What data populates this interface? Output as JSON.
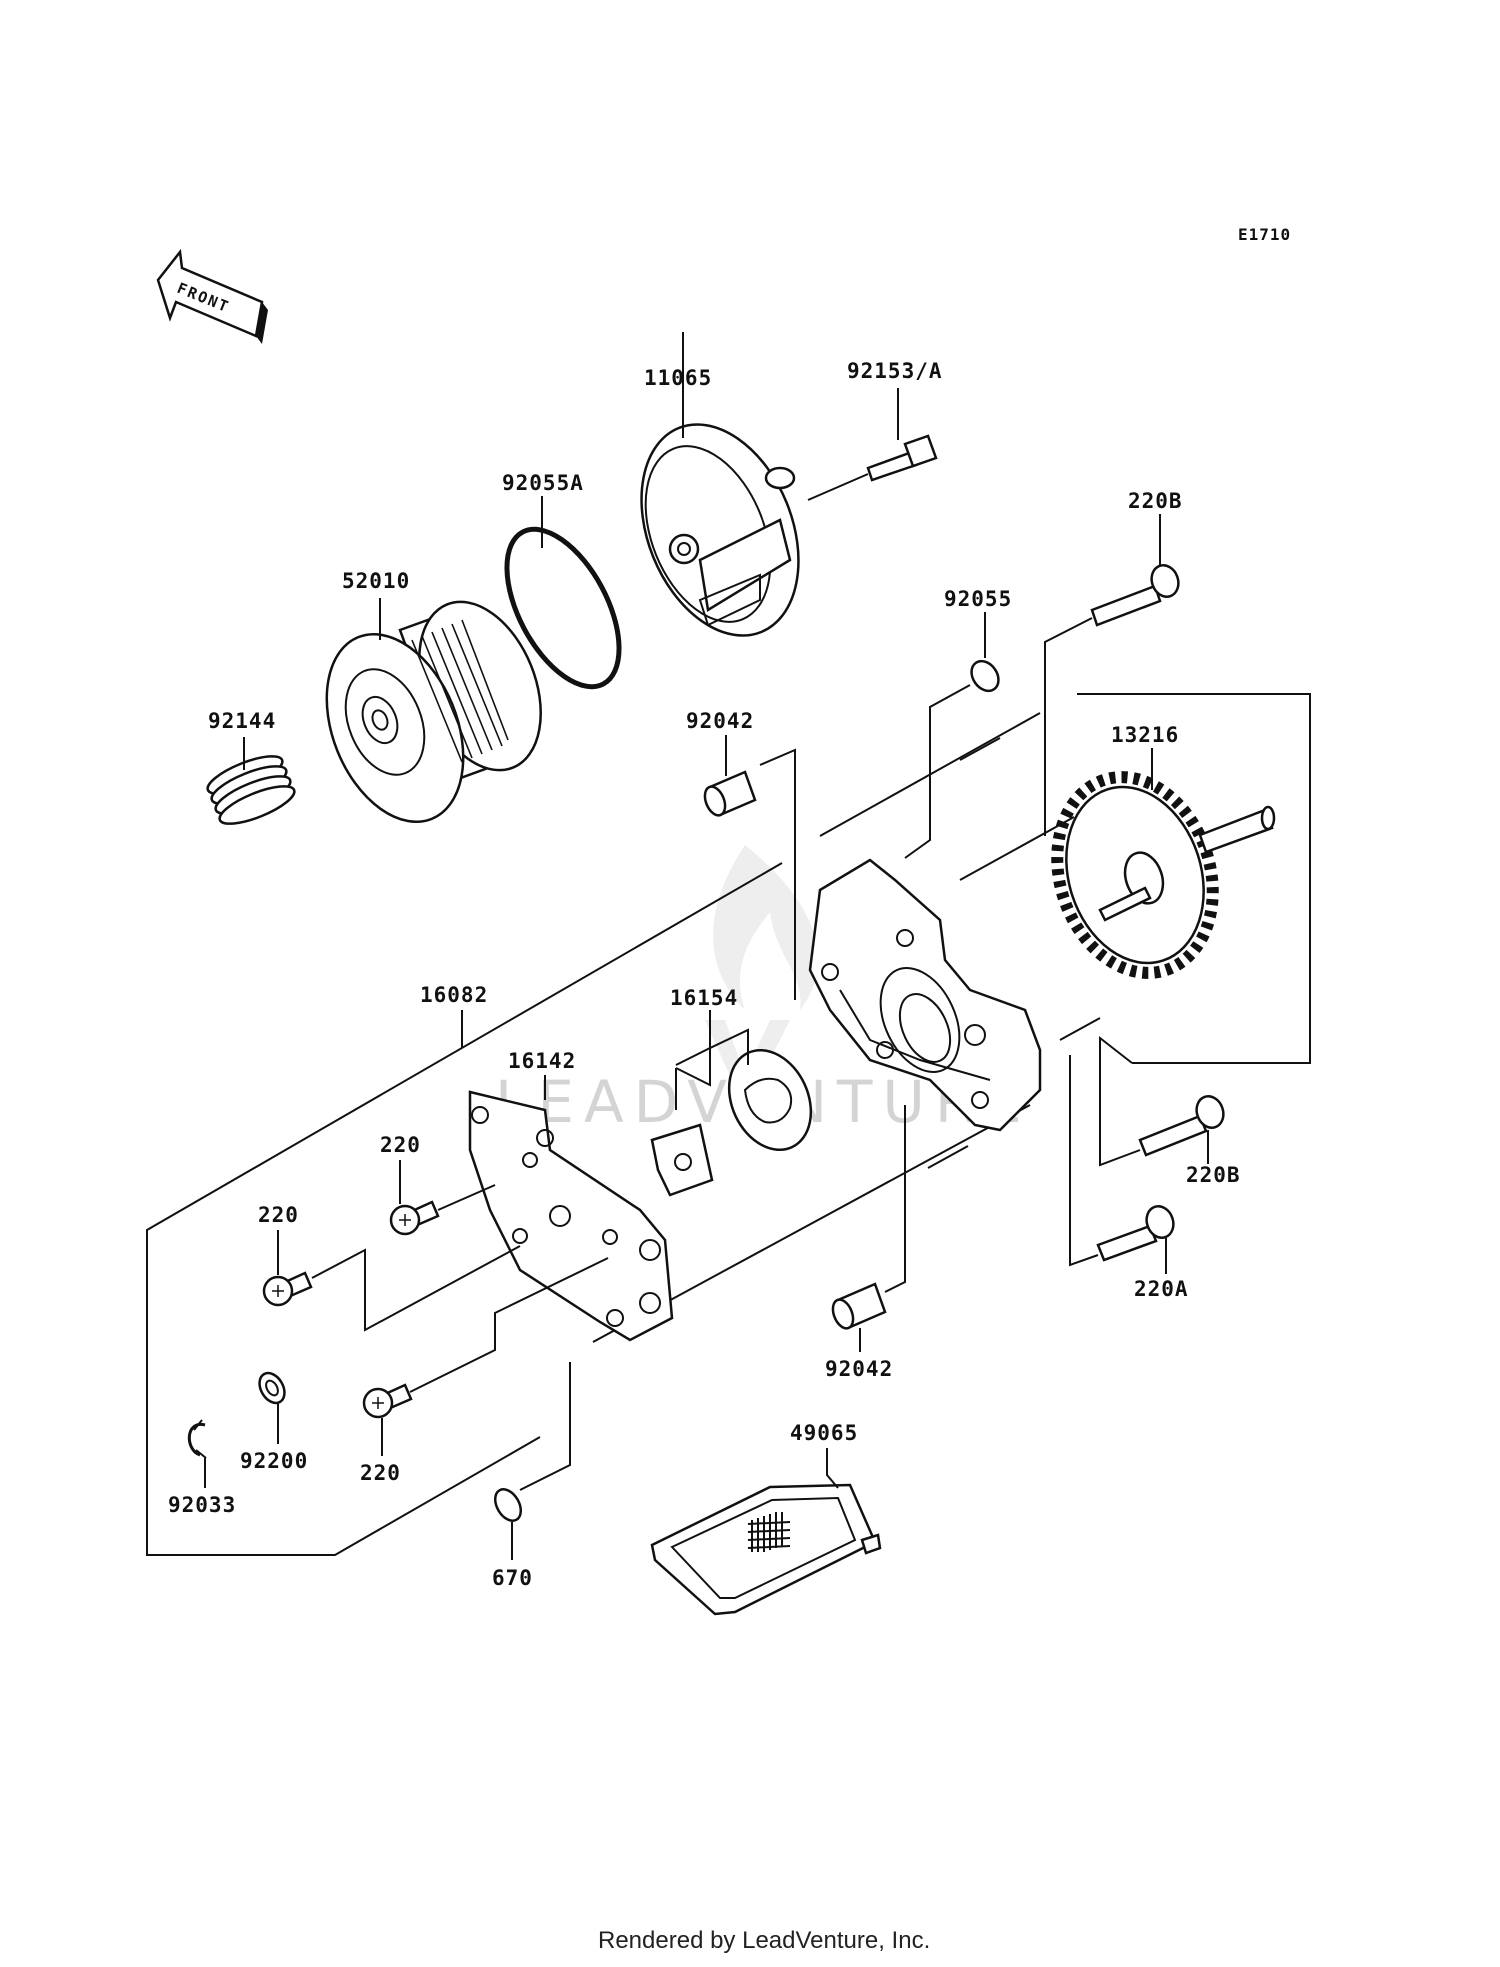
{
  "diagram_code": "E1710",
  "direction_label": "FRONT",
  "watermark": "LEADVENTURE",
  "footer": "Rendered by LeadVenture, Inc.",
  "parts": {
    "p11065": "11065",
    "p92153A": "92153/A",
    "p92055A": "92055A",
    "p52010": "52010",
    "p92144": "92144",
    "p220B_top": "220B",
    "p92055": "92055",
    "p92042_top": "92042",
    "p13216": "13216",
    "p16082": "16082",
    "p16154": "16154",
    "p16142": "16142",
    "p220_a": "220",
    "p220_b": "220",
    "p220B_bottom": "220B",
    "p220A": "220A",
    "p92042_bottom": "92042",
    "p92200": "92200",
    "p92033": "92033",
    "p220_c": "220",
    "p49065": "49065",
    "p670": "670"
  }
}
